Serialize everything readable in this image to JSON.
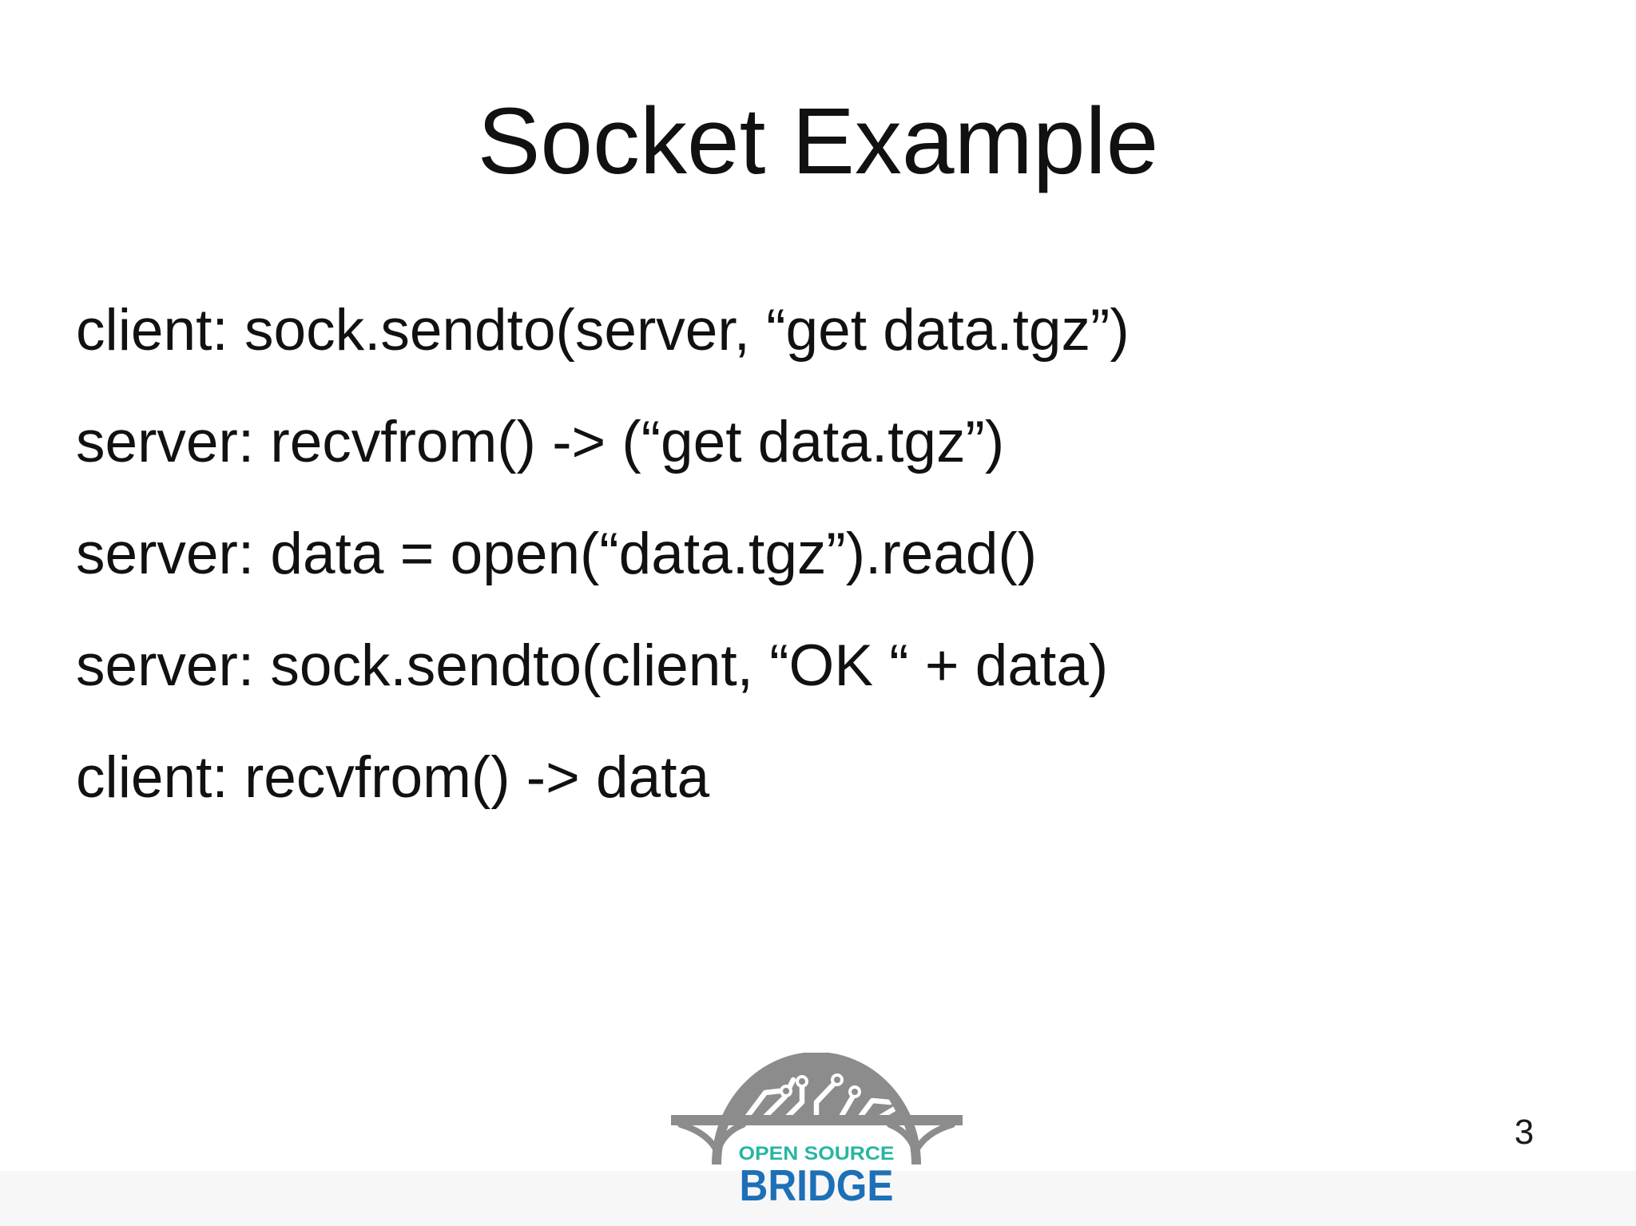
{
  "slide": {
    "title": "Socket Example",
    "lines": [
      "client: sock.sendto(server, “get data.tgz”)",
      "server: recvfrom() -> (“get data.tgz”)",
      "server: data = open(“data.tgz”).read()",
      "server: sock.sendto(client, “OK “ + data)",
      "client: recvfrom() -> data"
    ],
    "page_number": "3"
  },
  "logo": {
    "line1": "OPEN SOURCE",
    "line2": "BRIDGE"
  },
  "colors": {
    "text": "#111111",
    "page-bg": "#ffffff",
    "bottom-band": "#f7f7f7",
    "bridge-gray": "#8c8c8c",
    "logo-teal": "#27b6a2",
    "logo-blue": "#1d70b7"
  }
}
